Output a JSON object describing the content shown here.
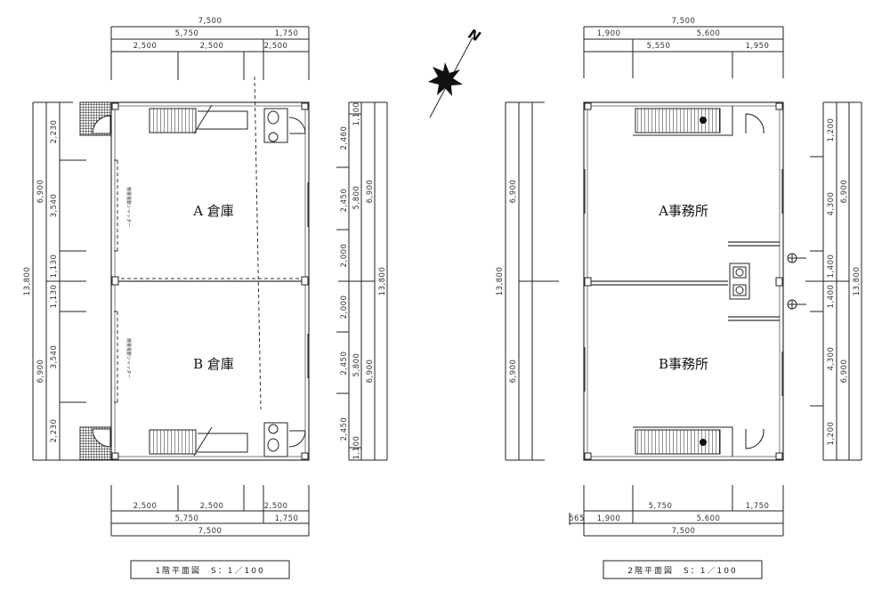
{
  "floor1": {
    "title": "1階平面図　S：1／100",
    "rooms": [
      "A 倉庫",
      "B 倉庫"
    ],
    "shutter_labels": [
      "軽量電動シャッター",
      "軽量電動シャッター"
    ],
    "top_dims": {
      "total": "7,500",
      "row2": [
        "5,750",
        "1,750"
      ],
      "row3": [
        "2,500",
        "2,500",
        "2,500"
      ]
    },
    "bottom_dims": {
      "row1": [
        "2,500",
        "2,500",
        "2,500"
      ],
      "row2": [
        "5,750",
        "1,750"
      ],
      "total": "7,500"
    },
    "left_dims": {
      "total": "13,800",
      "halves": [
        "6,900",
        "6,900"
      ],
      "parts": [
        "2,230",
        "3,540",
        "1,130",
        "1,130",
        "3,540",
        "2,230"
      ]
    },
    "right_dims": {
      "parts": [
        "2,460",
        "2,450",
        "2,000",
        "2,000",
        "2,450",
        "2,450"
      ],
      "ends": [
        "1,100",
        "1,100"
      ],
      "mids": [
        "5,800",
        "5,800"
      ],
      "halves": [
        "6,900",
        "6,900"
      ],
      "total": "13,800"
    }
  },
  "floor2": {
    "title": "2階平面図　S：1／100",
    "rooms": [
      "A事務所",
      "B事務所"
    ],
    "top_dims": {
      "total": "7,500",
      "row2": [
        "1,900",
        "5,600"
      ],
      "row3": [
        "5,550",
        "1,950"
      ]
    },
    "bottom_dims": {
      "row1": [
        "5,750",
        "1,750"
      ],
      "row2": [
        "565",
        "1,900",
        "5,600"
      ],
      "total": "7,500"
    },
    "left_dims": {
      "total": "13,800",
      "halves": [
        "6,900",
        "6,900"
      ]
    },
    "right_dims": {
      "parts": [
        "1,200",
        "4,300",
        "1,400",
        "1,400",
        "4,300",
        "1,200"
      ],
      "halves": [
        "6,900",
        "6,900"
      ],
      "total": "13,800"
    }
  },
  "compass": {
    "label": "N"
  }
}
